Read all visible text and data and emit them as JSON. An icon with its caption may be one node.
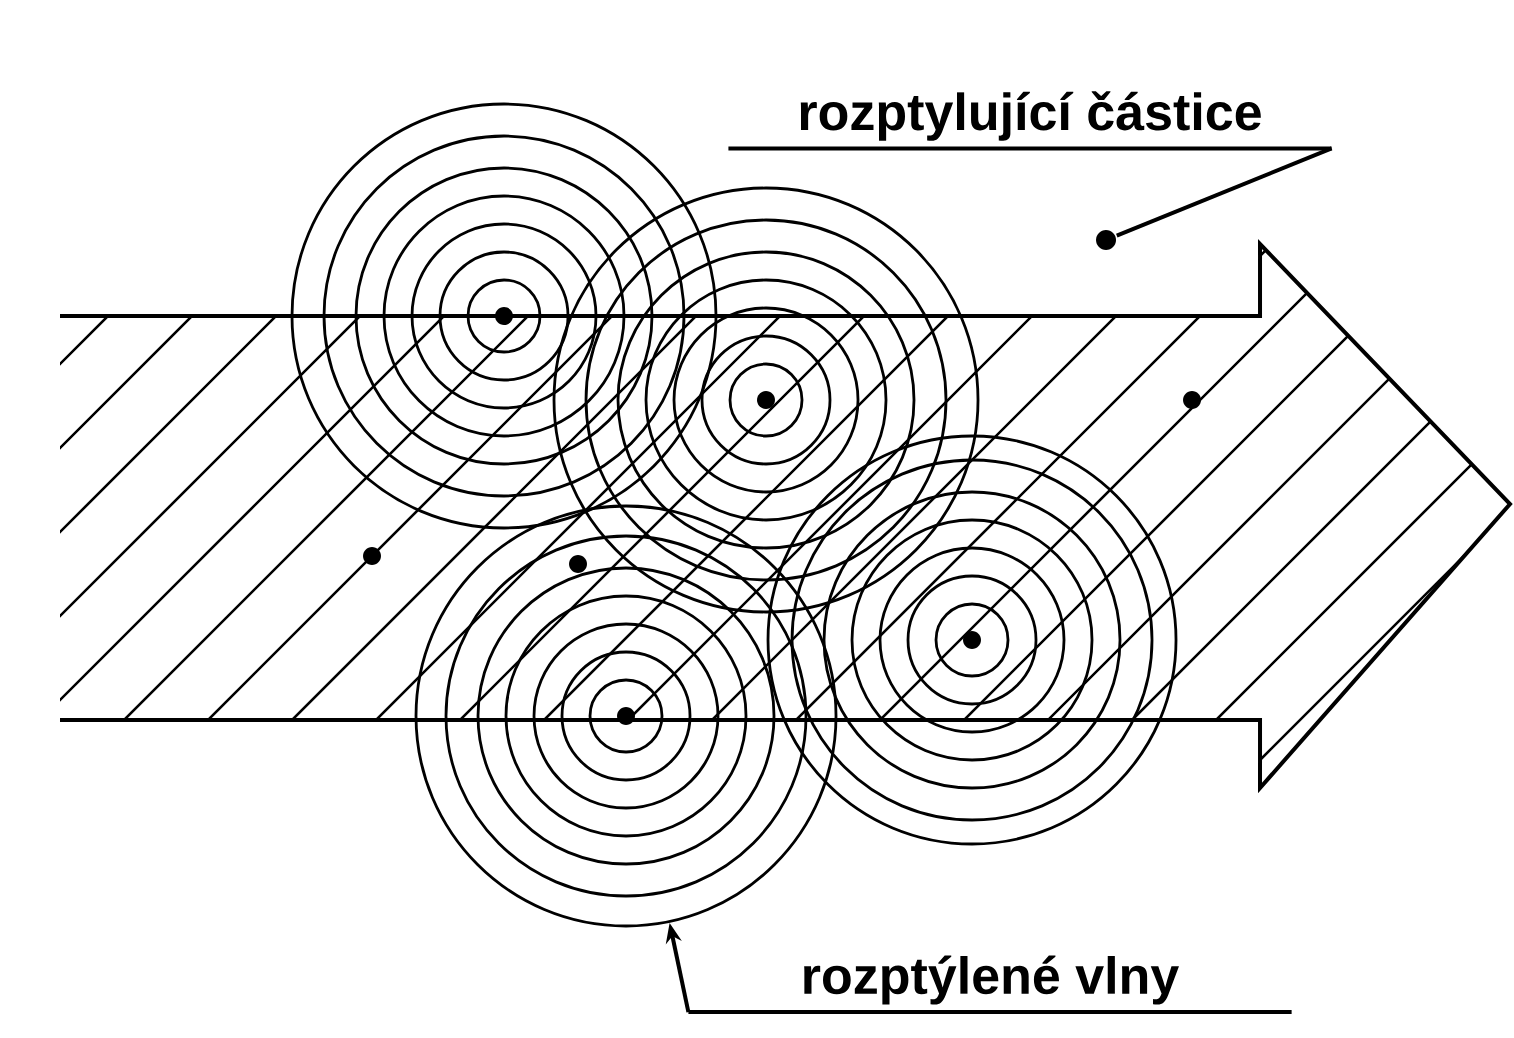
{
  "diagram": {
    "nodes": [
      {
        "text": [
          "rozptylující částice"
        ]
      },
      {
        "text": [],
        "shape": "circle"
      },
      {
        "text": [
          "rozptýlené vlny"
        ]
      },
      {
        "text": [],
        "shape": "circle"
      }
    ],
    "edges": [
      {
        "from": 0,
        "to": 1,
        "arrow": "none"
      },
      {
        "from": 2,
        "to": 3,
        "arrow": "to"
      }
    ]
  }
}
